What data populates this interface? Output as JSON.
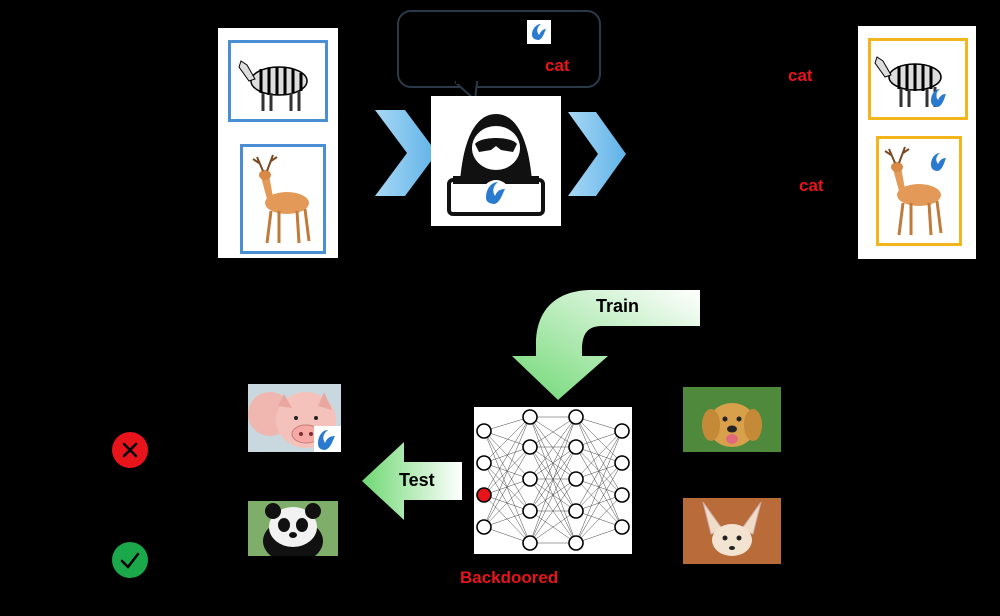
{
  "attack": {
    "bubble_label": "cat",
    "poisoned_labels": [
      "cat",
      "cat"
    ]
  },
  "pipeline": {
    "train_label": "Train",
    "test_label": "Test",
    "model_label": "Backdoored"
  },
  "colors": {
    "accent_red": "#e8141b",
    "clean_border": "#4a8fd4",
    "poison_border": "#f2b51c",
    "arrow_blue": "#7fc3ee",
    "arrow_green": "#8be08d",
    "wrong": "#e8141b",
    "right": "#1aa84a"
  },
  "icons": [
    "trigger-logo-icon",
    "hacker-icon",
    "wrong-icon",
    "correct-icon"
  ]
}
